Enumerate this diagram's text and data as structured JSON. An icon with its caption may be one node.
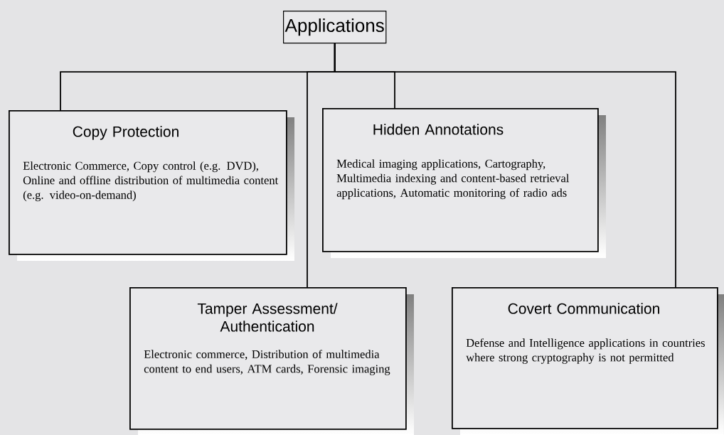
{
  "diagram": {
    "nodes": [
      {
        "text": [
          "Applications"
        ]
      },
      {
        "text": [
          "Copy Protection",
          "Electronic Commerce, Copy control (e.g. DVD), Online and offline distribution of multimedia content (e.g. video-on-demand)"
        ]
      },
      {
        "text": [
          "Hidden Annotations",
          "Medical imaging applications, Cartography, Multimedia indexing and content-based retrieval applications, Automatic monitoring of radio ads"
        ]
      },
      {
        "text": [
          "Tamper Assessment/ Authentication",
          "Electronic commerce, Distribution of multimedia content to end users, ATM cards, Forensic imaging"
        ]
      },
      {
        "text": [
          "Covert Communication",
          "Defense and Intelligence applications in countries where strong cryptography is not permitted"
        ]
      }
    ],
    "edges": [
      {
        "from": 0,
        "to": 1,
        "arrow": "none"
      },
      {
        "from": 0,
        "to": 2,
        "arrow": "none"
      },
      {
        "from": 0,
        "to": 3,
        "arrow": "none"
      },
      {
        "from": 0,
        "to": 4,
        "arrow": "none"
      }
    ]
  }
}
